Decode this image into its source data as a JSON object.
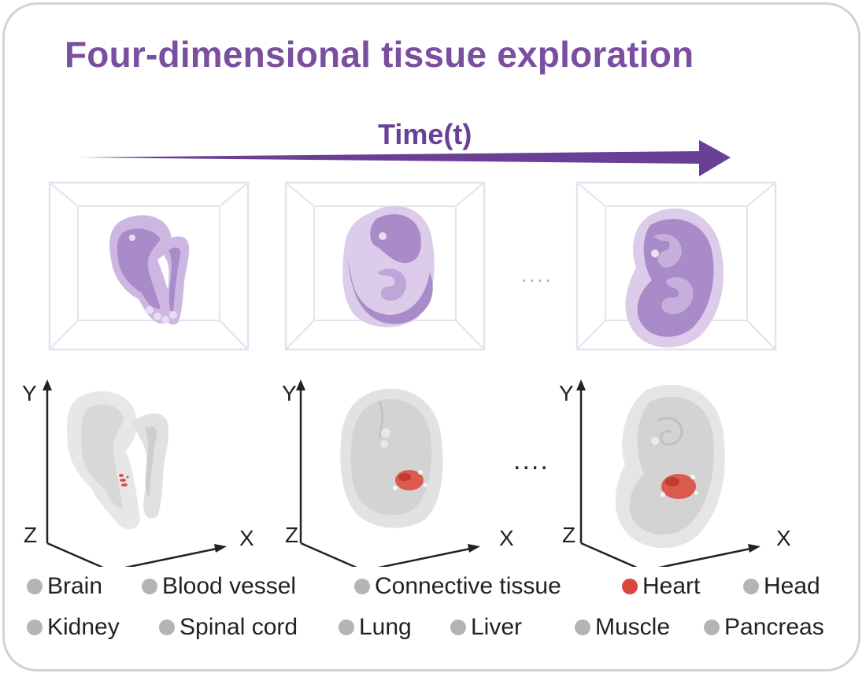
{
  "title": "Four-dimensional tissue exploration",
  "time_label": "Time(t)",
  "ellipsis": "....",
  "axes": {
    "x": "X",
    "y": "Y",
    "z": "Z"
  },
  "colors": {
    "title": "#7b4fa0",
    "arrow": "#6a3f96",
    "embryo_light": "#dccbe9",
    "embryo_dark": "#a98bc9",
    "tissue_gray": "#d4d4d4",
    "heart": "#d9473a",
    "legend_default": "#b4b4b4"
  },
  "legend": [
    [
      {
        "label": "Brain",
        "color": "#b4b4b4"
      },
      {
        "label": "Blood vessel",
        "color": "#b4b4b4"
      },
      {
        "label": "Connective tissue",
        "color": "#b4b4b4"
      },
      {
        "label": "Heart",
        "color": "#d9473a"
      },
      {
        "label": "Head",
        "color": "#b4b4b4"
      }
    ],
    [
      {
        "label": "Kidney",
        "color": "#b4b4b4"
      },
      {
        "label": "Spinal cord",
        "color": "#b4b4b4"
      },
      {
        "label": "Lung",
        "color": "#b4b4b4"
      },
      {
        "label": "Liver",
        "color": "#b4b4b4"
      },
      {
        "label": "Muscle",
        "color": "#b4b4b4"
      },
      {
        "label": "Pancreas",
        "color": "#b4b4b4"
      }
    ]
  ]
}
